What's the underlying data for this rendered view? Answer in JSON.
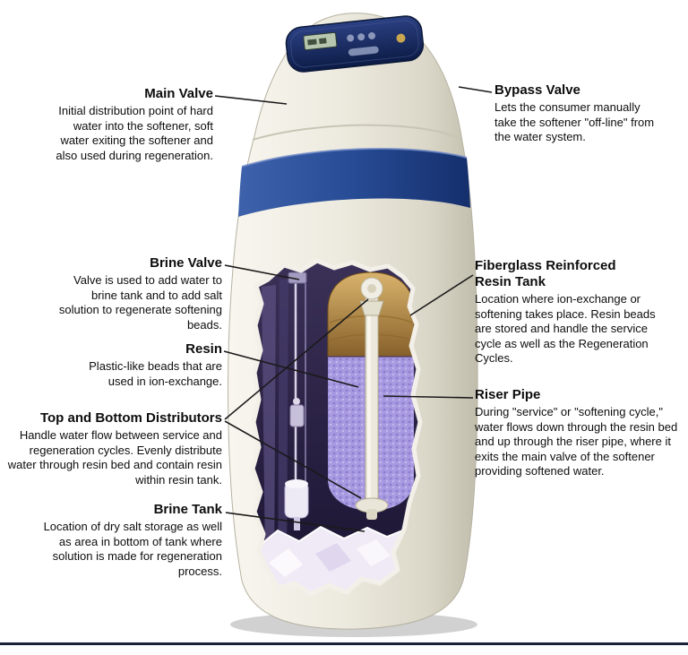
{
  "page": {
    "background": "#ffffff",
    "footer_rule_color": "#1b2138"
  },
  "device": {
    "label": "water-softener-cutaway",
    "colors": {
      "body": "#eae7db",
      "band": "#274992",
      "control_panel": "#13265c",
      "interior": "#2b2246",
      "resin_tank_top": "#a8824a",
      "resin_beads": "#a89ae0",
      "riser_pipe": "#ece8db",
      "salt": "#f0eaf6"
    }
  },
  "callouts": {
    "main_valve": {
      "title": "Main Valve",
      "desc": "Initial distribution point of hard water into the softener, soft water exiting the softener and also used during regeneration."
    },
    "bypass_valve": {
      "title": "Bypass Valve",
      "desc": "Lets the consumer manually take the softener \"off-line\" from the water system."
    },
    "brine_valve": {
      "title": "Brine Valve",
      "desc": "Valve is used to add water to brine tank and to add salt solution to regenerate softening beads."
    },
    "fiberglass_resin_tank": {
      "title": "Fiberglass Reinforced Resin Tank",
      "desc": "Location where ion-exchange or softening takes place. Resin beads are stored and handle the service cycle as well as the Regeneration Cycles."
    },
    "resin": {
      "title": "Resin",
      "desc": "Plastic-like beads that are used in ion-exchange."
    },
    "riser_pipe": {
      "title": "Riser Pipe",
      "desc": "During \"service\" or \"softening cycle,\" water flows down through the resin bed and up through the riser pipe, where it exits the main valve of the softener providing softened water."
    },
    "distributors": {
      "title": "Top and Bottom Distributors",
      "desc": "Handle water flow between service and regeneration cycles. Evenly distribute water through resin bed and contain resin within resin tank."
    },
    "brine_tank": {
      "title": "Brine Tank",
      "desc": "Location of dry salt storage as well as area in bottom of tank where solution is made for regeneration process."
    }
  }
}
